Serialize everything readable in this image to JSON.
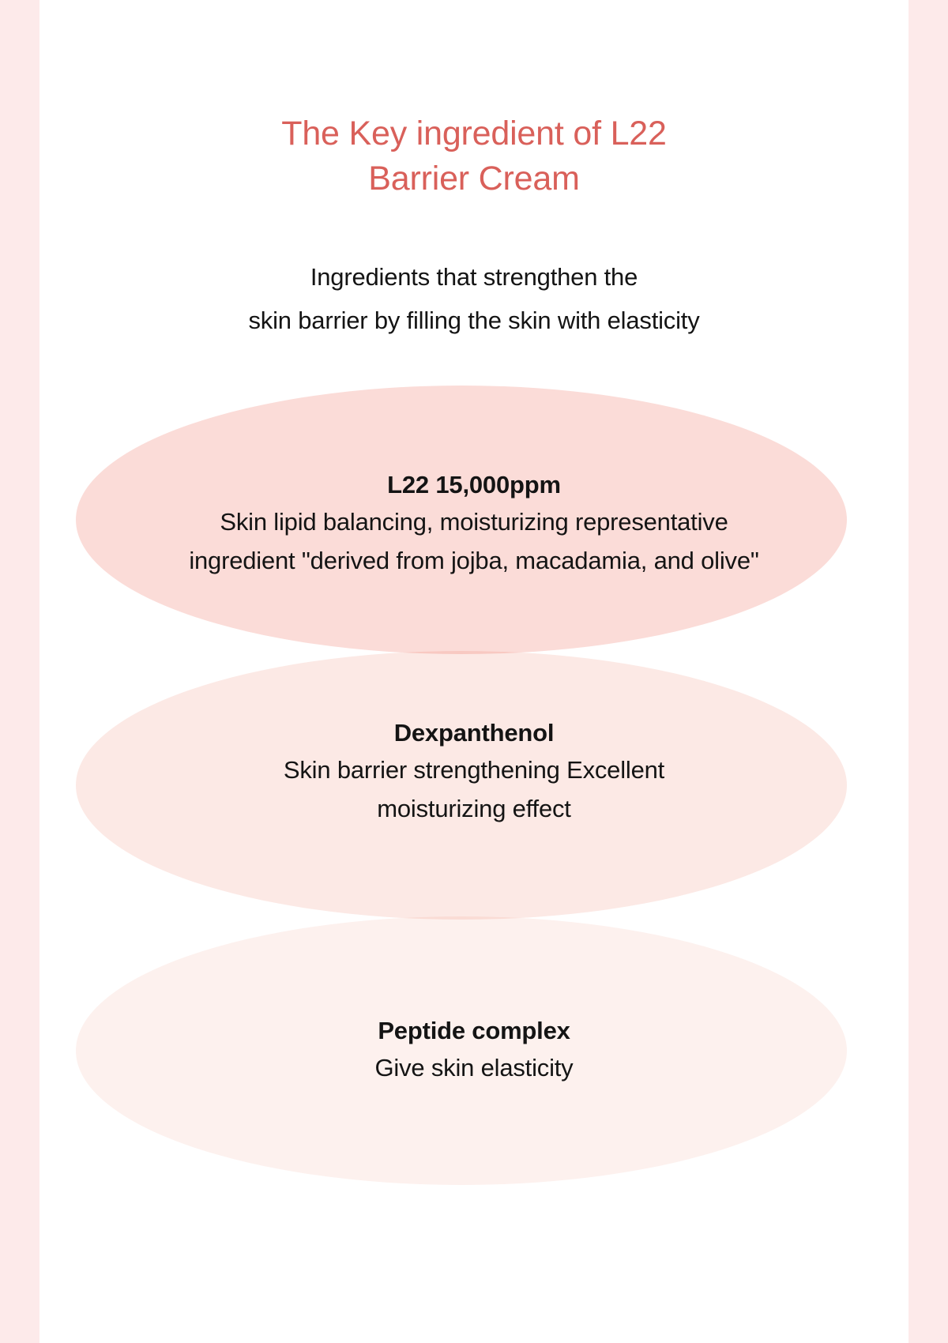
{
  "frame": {
    "border_color": "#fdeaea",
    "canvas_color": "#ffffff"
  },
  "header": {
    "title": "The Key ingredient of L22\nBarrier Cream",
    "title_color": "#d9605a",
    "subtitle": "Ingredients that strengthen the\nskin barrier by filling the skin with elasticity",
    "subtitle_color": "#141414"
  },
  "ingredients": [
    {
      "name": "L22 15,000ppm",
      "description": "Skin lipid balancing, moisturizing representative\ningredient \"derived from jojba, macadamia, and olive\"",
      "fill_color": "#fbdcd8"
    },
    {
      "name": "Dexpanthenol",
      "description": "Skin barrier strengthening Excellent\nmoisturizing effect",
      "fill_color": "#fce9e5"
    },
    {
      "name": "Peptide complex",
      "description": "Give skin elasticity",
      "fill_color": "#fdf1ee"
    }
  ]
}
